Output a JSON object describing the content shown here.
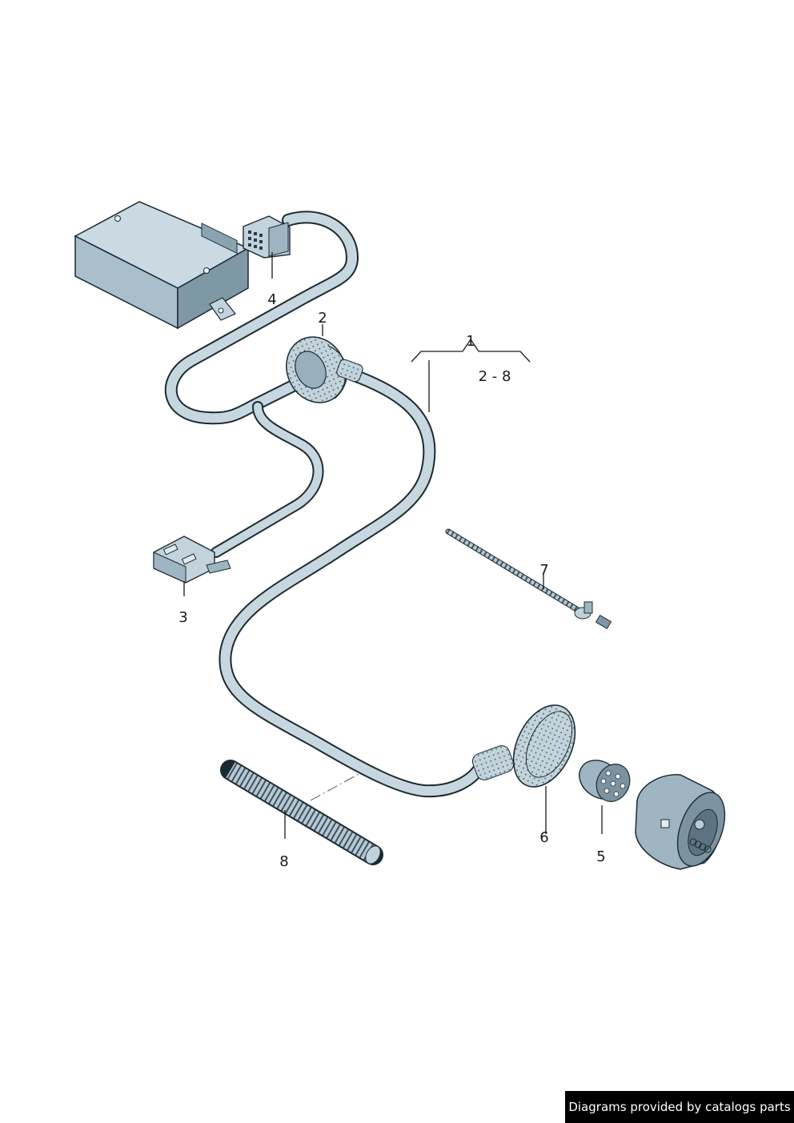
{
  "callouts": {
    "c1": "1",
    "c1_range": "2 - 8",
    "c2": "2",
    "c3": "3",
    "c4": "4",
    "c5": "5",
    "c6": "6",
    "c7": "7",
    "c8": "8"
  },
  "colors": {
    "part_fill": "#b9cbd6",
    "part_shadow": "#6f8a99",
    "outline": "#1b2a33",
    "cable_fill": "#c7d7df"
  },
  "footer": {
    "text": "Diagrams provided by catalogs parts"
  }
}
